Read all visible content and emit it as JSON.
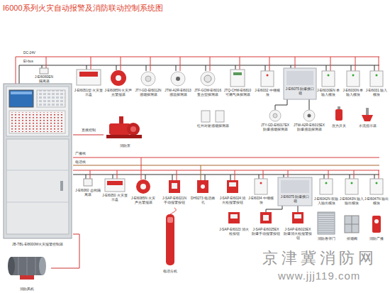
{
  "diagram": {
    "title": "I6000系列火灾自动报警及消防联动控制系统图",
    "nodes": [
      {
        "text": [
          "JB-TBL-EI8000M火灾报警控制器"
        ]
      },
      {
        "text": [
          "消防泵"
        ]
      },
      {
        "text": [
          "消防风机"
        ]
      }
    ],
    "edges": [
      {
        "from": 0,
        "to": 1,
        "arrow": "none",
        "label": "直接控制"
      },
      {
        "from": 0,
        "to": 2,
        "arrow": "none"
      }
    ],
    "labels": [
      "DC-24V",
      "EI-bus",
      "J-EI6060EN 隔离器",
      "J-EI6051型 火灾显示盘",
      "J-EI6085N 火灾声光警报器",
      "JTY-GD-EI6012N 感烟探测器",
      "JTW-A2R-EI6013 感温探测器",
      "JTF-GOM-EI6016 复合型探测器",
      "JTQ-CHM-EI6810 可燃气体探测器",
      "J-EI6032 中继模块",
      "J-EI6075 防爆接口箱",
      "J-EI6030EN 单输入模块",
      "J-EI6030N 单输入模块",
      "J-EI6031 输入模块",
      "红外对射感烟探测器",
      "JTY-GD-EI6017EX 防爆感烟探测器",
      "JTW-A2R-EI6015EX 防爆感温探测器",
      "压力开关",
      "水流指示器",
      "广播线",
      "电话线",
      "J-EI6060 总线隔离器",
      "J-EI6050 火灾显示盘",
      "J-EI6085N 火灾声光警报器",
      "J-SAP-EI6021N 手动报警按钮",
      "DH9273 电话插孔",
      "J-SAP-EI6024 消火栓报警按钮",
      "J-EI6034 中继模块",
      "J-EI6075 防爆接口箱",
      "J-EI6042N 双输入输出模块",
      "J-EI6043N 输入输出模块",
      "J-EI6047N 输出模块",
      "J-SAP-EI6023 消火栓按钮",
      "J-SAP-EI6025EX 防爆手动报警按钮",
      "J-SAP-EI6023EX 防爆消火栓报警按钮",
      "消防卷帘门",
      "排烟阀",
      "消防广播",
      "电话分机",
      "京津冀消防网",
      "www.jjj119.com"
    ]
  }
}
